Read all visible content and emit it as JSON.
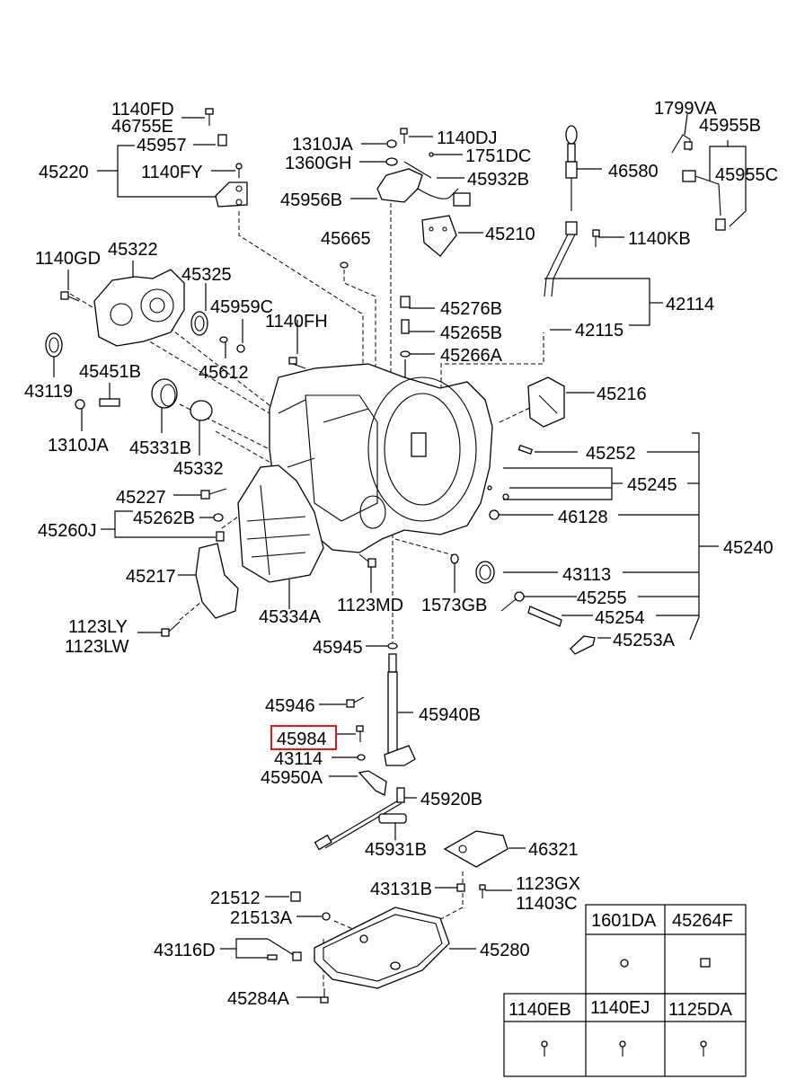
{
  "diagram": {
    "title": "Automatic Transmission Case - Exploded Parts Diagram",
    "highlighted_part": "45984",
    "highlight_color": "#e0191e",
    "labels": {
      "p1140FD": "1140FD",
      "p46755E": "46755E",
      "p45957": "45957",
      "p45220": "45220",
      "p1140FY": "1140FY",
      "p1310JA_top": "1310JA",
      "p1360GH": "1360GH",
      "p1140DJ": "1140DJ",
      "p1751DC": "1751DC",
      "p45932B": "45932B",
      "p45956B": "45956B",
      "p45210": "45210",
      "p1799VA": "1799VA",
      "p45955B": "45955B",
      "p46580": "46580",
      "p45955C": "45955C",
      "p1140KB": "1140KB",
      "p45665": "45665",
      "p1140GD": "1140GD",
      "p45322": "45322",
      "p45325": "45325",
      "p45959C": "45959C",
      "p42114": "42114",
      "p42115": "42115",
      "p1140FH": "1140FH",
      "p45276B": "45276B",
      "p45265B": "45265B",
      "p45266A": "45266A",
      "p43119": "43119",
      "p45451B": "45451B",
      "p45612": "45612",
      "p1310JA_left": "1310JA",
      "p45331B": "45331B",
      "p45332": "45332",
      "p45216": "45216",
      "p45252": "45252",
      "p45245": "45245",
      "p46128": "46128",
      "p45240": "45240",
      "p43113": "43113",
      "p45255": "45255",
      "p45254": "45254",
      "p45253A": "45253A",
      "p45227": "45227",
      "p45262B": "45262B",
      "p45260J": "45260J",
      "p45217": "45217",
      "p1123LY": "1123LY",
      "p1123LW": "1123LW",
      "p45334A": "45334A",
      "p1123MD": "1123MD",
      "p1573GB": "1573GB",
      "p45945": "45945",
      "p45946": "45946",
      "p45940B": "45940B",
      "p45984": "45984",
      "p43114": "43114",
      "p45950A": "45950A",
      "p45920B": "45920B",
      "p45931B": "45931B",
      "p46321": "46321",
      "p43131B": "43131B",
      "p1123GX": "1123GX",
      "p11403C": "11403C",
      "p21512": "21512",
      "p21513A": "21513A",
      "p43116D": "43116D",
      "p45280": "45280",
      "p45284A": "45284A"
    },
    "legend_table": {
      "row1": [
        "1601DA",
        "45264F"
      ],
      "row2": [
        "1140EB",
        "1140EJ",
        "1125DA"
      ]
    }
  }
}
